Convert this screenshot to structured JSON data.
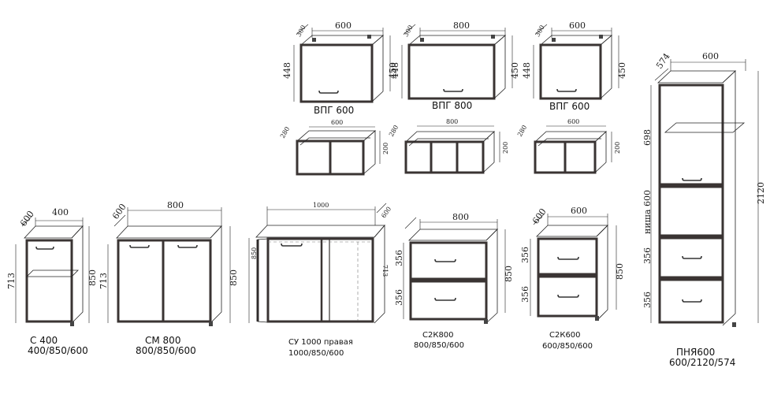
{
  "wall_cabinets": [
    {
      "name": "ВПГ 600",
      "width": "600",
      "depth": "300",
      "height_left": "448",
      "height_right": "450"
    },
    {
      "name": "ВПГ 800",
      "width": "800",
      "depth": "300",
      "height_left": "448",
      "height_right": "450"
    },
    {
      "name": "ВПГ 600",
      "width": "600",
      "depth": "300",
      "height_left": "448",
      "height_right": "450"
    }
  ],
  "shelves": [
    {
      "width": "600",
      "depth": "280",
      "height": "200"
    },
    {
      "width": "800",
      "depth": "280",
      "height": "200"
    },
    {
      "width": "600",
      "depth": "280",
      "height": "200"
    }
  ],
  "base_cabinets": [
    {
      "name": "С 400",
      "size": "400/850/600",
      "width": "400",
      "depth": "600",
      "inner_height": "713",
      "height": "850"
    },
    {
      "name": "СМ 800",
      "size": "800/850/600",
      "width": "800",
      "depth": "600",
      "inner_height": "713",
      "height": "850"
    },
    {
      "name": "СУ 1000 правая",
      "size": "1000/850/600",
      "width": "1000",
      "depth": "600",
      "inner_height": "713",
      "height": "850"
    },
    {
      "name": "С2К800",
      "size": "800/850/600",
      "width": "800",
      "drawer_heights": [
        "356",
        "356"
      ],
      "height": "850"
    },
    {
      "name": "С2К600",
      "size": "600/850/600",
      "width": "600",
      "depth": "600",
      "drawer_heights": [
        "356",
        "356"
      ],
      "height": "850"
    }
  ],
  "tall_cabinet": {
    "name": "ПНЯ600",
    "size": "600/2120/574",
    "width": "600",
    "depth": "574",
    "height": "2120",
    "upper_height": "698",
    "niche_label": "ниша 600",
    "drawer_heights": [
      "356",
      "356"
    ]
  }
}
